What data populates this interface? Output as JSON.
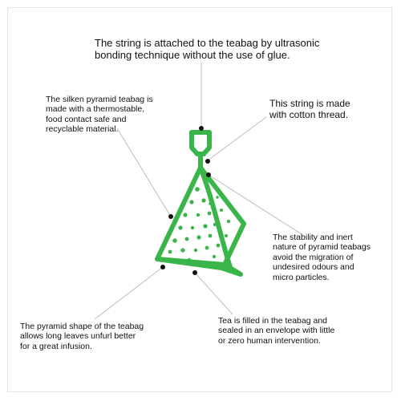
{
  "notes": {
    "top": "The string is attached to the teabag by ultrasonic\nbonding technique without the use of glue.",
    "left": "The silken pyramid teabag is\nmade with a thermostable,\nfood contact safe and\nrecyclable material.",
    "right": "This string is made\nwith cotton thread.",
    "stability": "The stability and inert\nnature of pyramid teabags\navoid the migration of\nundesired odours and\nmicro particles.",
    "tea": "Tea is filled in the teabag and\nsealed in an envelope with  little\nor zero human intervention.",
    "pyramid": "The pyramid shape of the teabag\nallows long  leaves unfurl better\nfor a great infusion."
  },
  "colors": {
    "teabag_green": "#3ab54a",
    "leader_line": "#bdbdbd",
    "dot": "#111111",
    "frame": "#e6e6e6"
  }
}
